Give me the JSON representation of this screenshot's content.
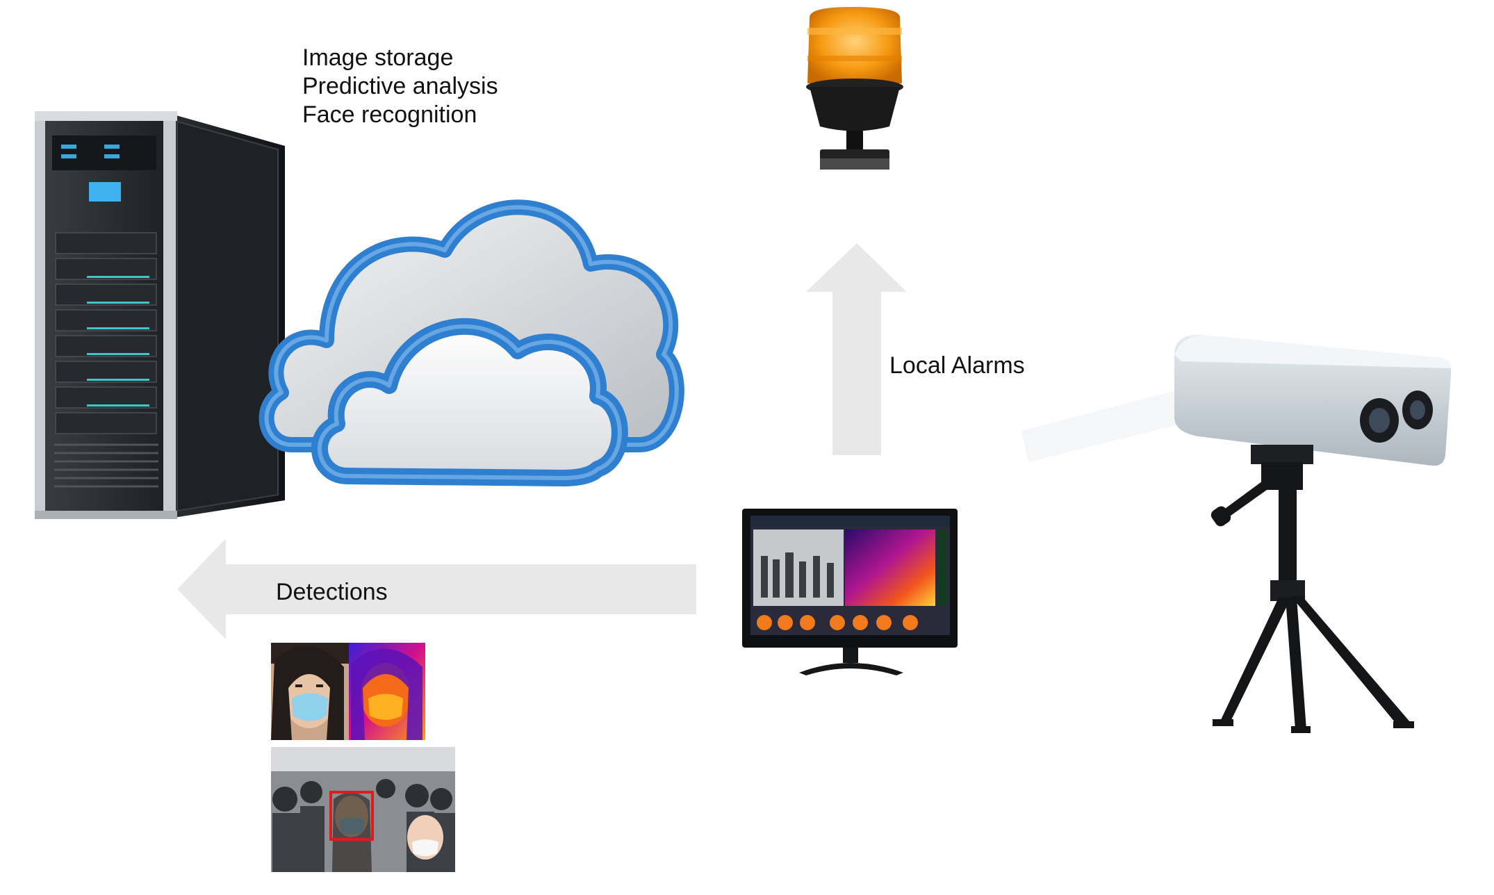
{
  "cloud_services": {
    "items": [
      "Image storage",
      "Predictive analysis",
      "Face recognition"
    ]
  },
  "arrows": {
    "local_alarms": "Local Alarms",
    "detections": "Detections"
  },
  "colors": {
    "arrow_fill": "#e8e8e8",
    "cloud_blue": "#2f7fd0",
    "beacon_orange": "#f79a12",
    "server_dark": "#2b2e33",
    "detection_box": "#e01b1b"
  }
}
